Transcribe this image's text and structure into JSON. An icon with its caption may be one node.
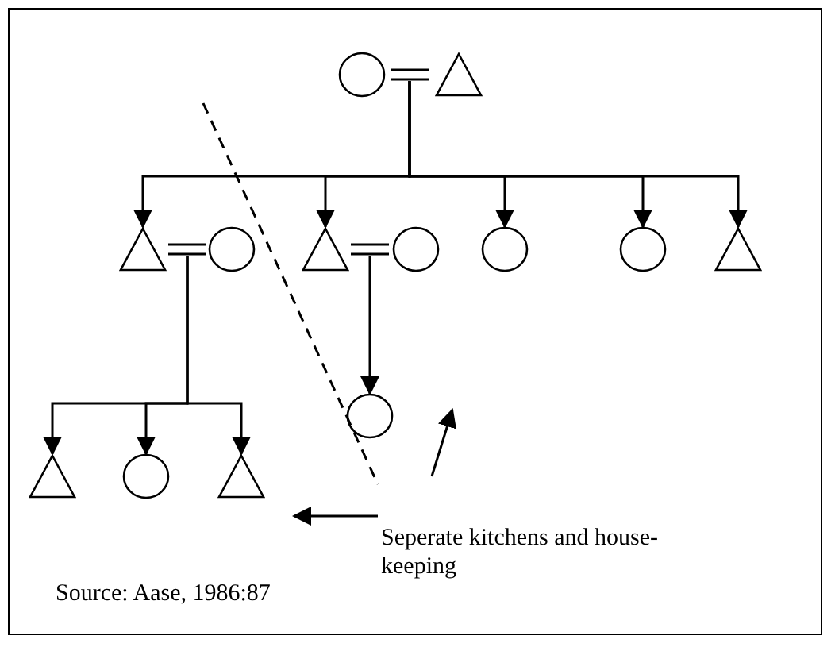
{
  "diagram": {
    "nodes": [
      {
        "text": [],
        "shape": "circle"
      },
      {
        "text": [],
        "shape": "equals"
      },
      {
        "text": [],
        "shape": "triangle"
      },
      {
        "text": [],
        "shape": "triangle"
      },
      {
        "text": [],
        "shape": "equals"
      },
      {
        "text": [],
        "shape": "circle"
      },
      {
        "text": [],
        "shape": "triangle"
      },
      {
        "text": [],
        "shape": "equals"
      },
      {
        "text": [],
        "shape": "circle"
      },
      {
        "text": [],
        "shape": "circle"
      },
      {
        "text": [],
        "shape": "circle"
      },
      {
        "text": [],
        "shape": "triangle"
      },
      {
        "text": [],
        "shape": "circle"
      },
      {
        "text": [],
        "shape": "triangle"
      },
      {
        "text": [],
        "shape": "circle"
      },
      {
        "text": [],
        "shape": "triangle"
      }
    ],
    "edges": [
      {
        "from": 1,
        "to": 3,
        "arrow": "to"
      },
      {
        "from": 1,
        "to": 6,
        "arrow": "to"
      },
      {
        "from": 1,
        "to": 9,
        "arrow": "to"
      },
      {
        "from": 1,
        "to": 10,
        "arrow": "to"
      },
      {
        "from": 1,
        "to": 11,
        "arrow": "to"
      },
      {
        "from": 7,
        "to": 12,
        "arrow": "to"
      },
      {
        "from": 4,
        "to": 13,
        "arrow": "to"
      },
      {
        "from": 4,
        "to": 14,
        "arrow": "to"
      },
      {
        "from": 4,
        "to": 15,
        "arrow": "to"
      }
    ],
    "labels": [
      "Seperate kitchens and house-keeping",
      "Source: Aase, 1986:87"
    ]
  }
}
